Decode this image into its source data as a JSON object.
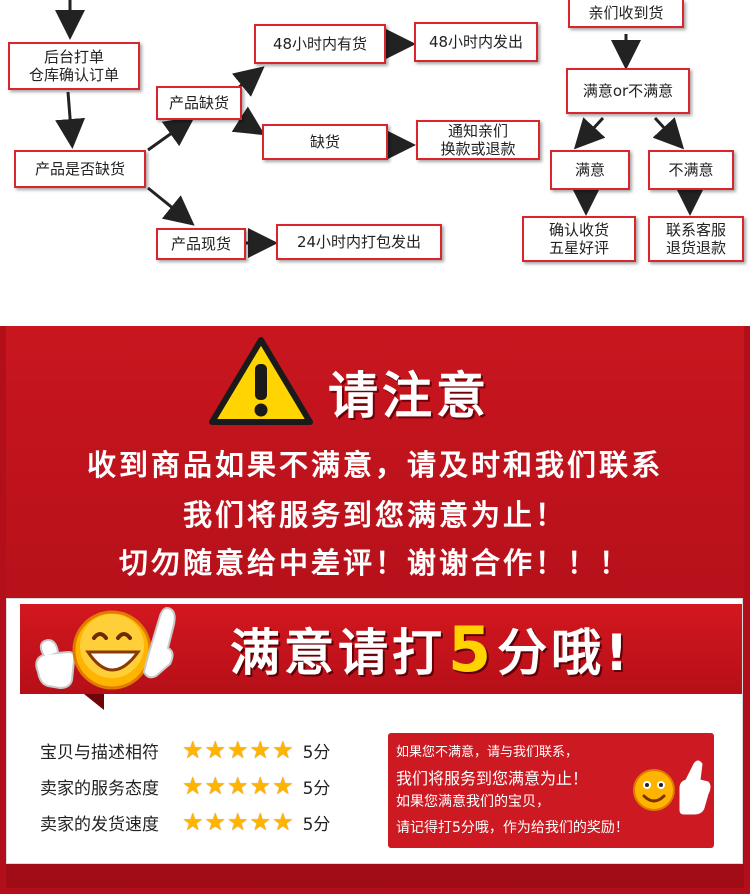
{
  "flowchart": {
    "nodes": {
      "backend_print": [
        "后台打单",
        "仓库确认订单"
      ],
      "check_stock": "产品是否缺货",
      "out_of_stock": "产品缺货",
      "ship_48h": "48小时内有货",
      "send_48h": "48小时内发出",
      "no_stock": "缺货",
      "notify": [
        "通知亲们",
        "换款或退款"
      ],
      "in_stock": "产品现货",
      "pack_24h": "24小时内打包发出",
      "received": "亲们收到货",
      "satisfied_or_not": "满意or不满意",
      "satisfied": "满意",
      "unsatisfied": "不满意",
      "confirm": [
        "确认收货",
        "五星好评"
      ],
      "contact": [
        "联系客服",
        "退货退款"
      ]
    },
    "colors": {
      "border": "#d9252b",
      "arrow": "#222222"
    }
  },
  "notice": {
    "title": "请注意",
    "line1": "收到商品如果不满意，请及时和我们联系",
    "line2": "我们将服务到您满意为止！",
    "line3": "切勿随意给中差评！谢谢合作！！！",
    "warning_icon": "warning-triangle-icon",
    "colors": {
      "bg": "#b5101a",
      "text": "#ffffff"
    }
  },
  "banner": {
    "text_before": "满意请打",
    "number": "5",
    "text_after": "分哦!",
    "icon": "smiley-thumbs-up-icon",
    "colors": {
      "bg": "#c8141d",
      "number": "#ffd200"
    }
  },
  "ratings": [
    {
      "label": "宝贝与描述相符",
      "stars": 5,
      "score": "5分"
    },
    {
      "label": "卖家的服务态度",
      "stars": 5,
      "score": "5分"
    },
    {
      "label": "卖家的发货速度",
      "stars": 5,
      "score": "5分"
    }
  ],
  "message": {
    "line1": "如果您不满意，请与我们联系，",
    "line2": "我们将服务到您满意为止！",
    "line3": "如果您满意我们的宝贝，",
    "line4": "请记得打5分哦，作为给我们的奖励！",
    "icon": "smiley-thumbs-up-icon"
  }
}
